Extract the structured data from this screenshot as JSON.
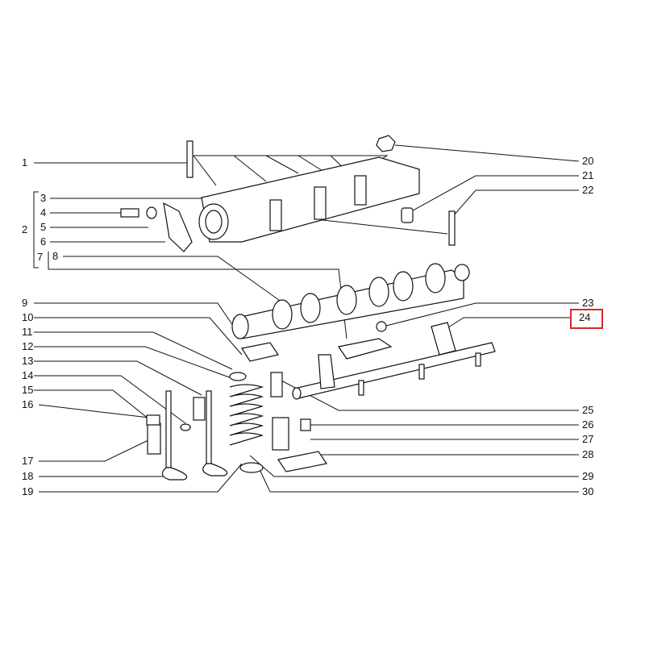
{
  "diagram": {
    "left_labels": [
      "1",
      "2",
      "3",
      "4",
      "5",
      "6",
      "7",
      "8",
      "9",
      "10",
      "11",
      "12",
      "13",
      "14",
      "15",
      "16",
      "17",
      "18",
      "19"
    ],
    "right_labels": [
      "20",
      "21",
      "22",
      "23",
      "24",
      "25",
      "26",
      "27",
      "28",
      "29",
      "30"
    ],
    "highlighted_label": "24",
    "highlight_color": "#d62828"
  }
}
